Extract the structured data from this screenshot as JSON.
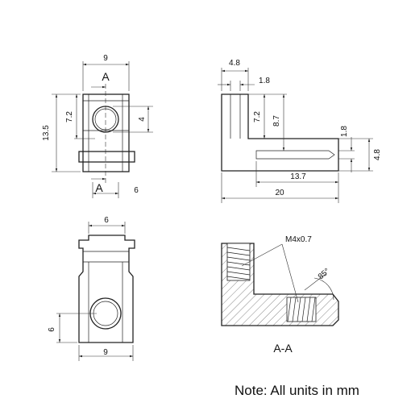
{
  "front_view": {
    "width": "9",
    "height": "13.5",
    "hole_offset": "7.2",
    "hole_dia": "4",
    "section_marker": "A",
    "tab_width": "6"
  },
  "side_view": {
    "wall": "4.8",
    "gap": "1.8",
    "slot_top": "7.2",
    "upper_depth": "8.7",
    "slot_width": "1.8",
    "base_height": "4.8",
    "slot_length": "13.7",
    "total_length": "20"
  },
  "top_view": {
    "tab_width": "6",
    "hole_offset": "6",
    "width": "9"
  },
  "section_view": {
    "thread": "M4x0.7",
    "angle": "85°",
    "title": "A-A"
  },
  "note": "Note: All units in mm"
}
